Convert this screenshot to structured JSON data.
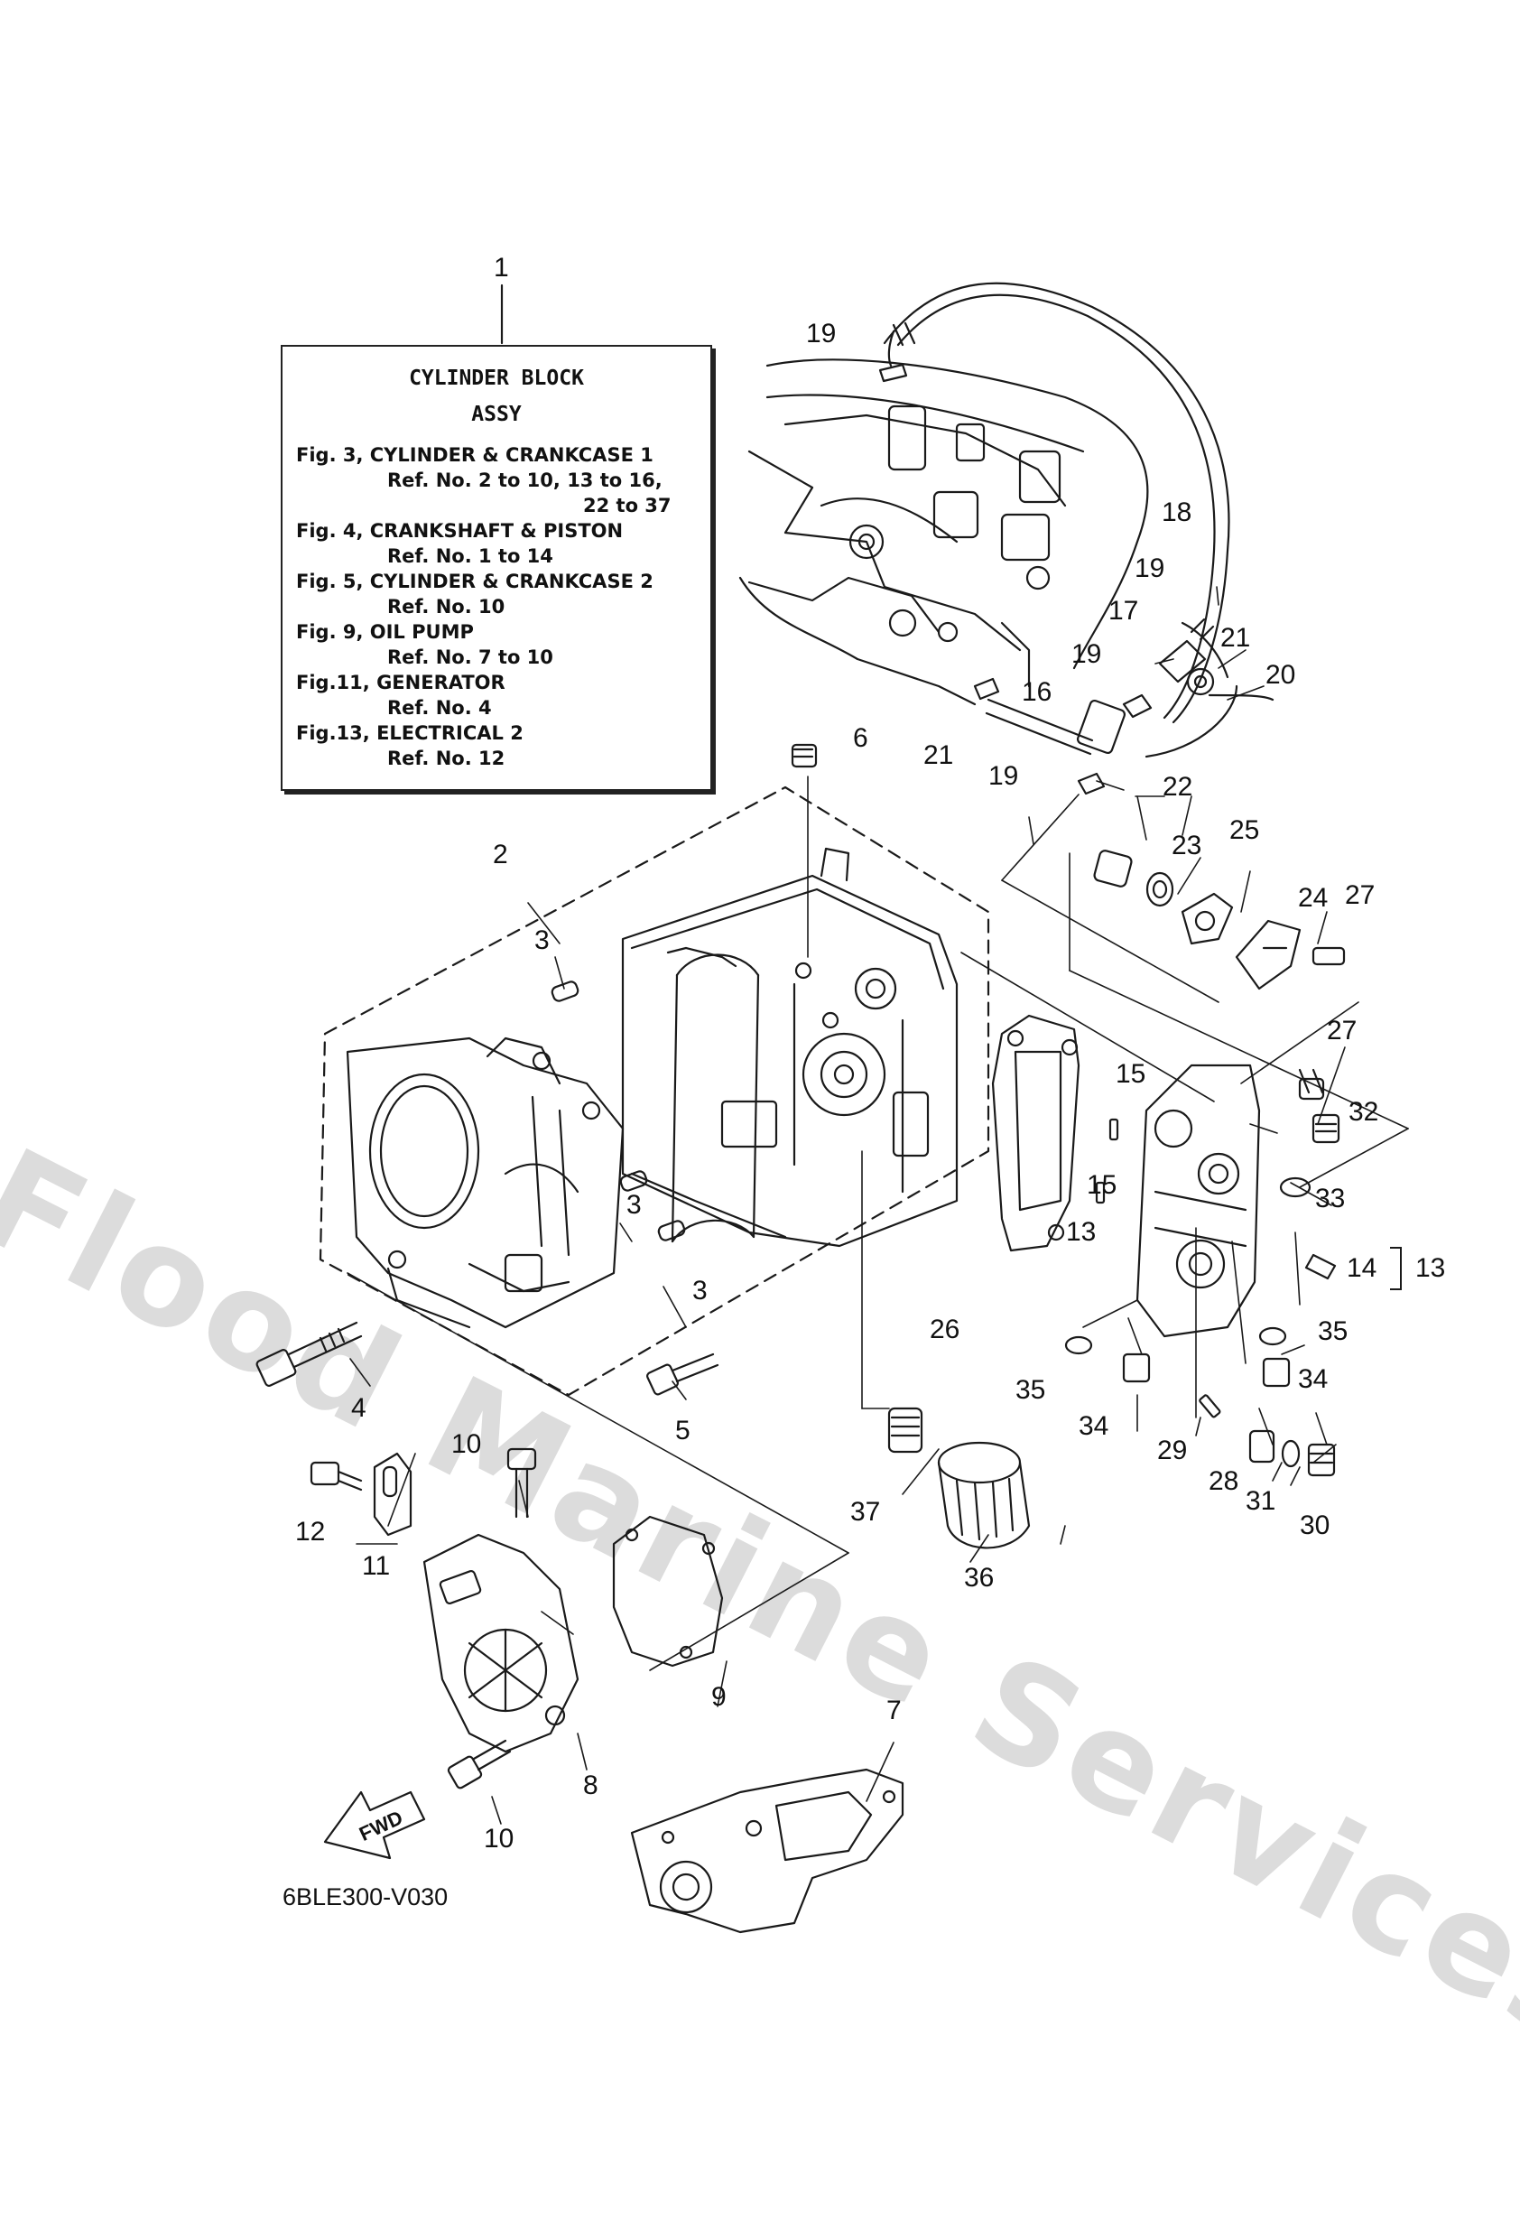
{
  "watermark": "Flood Marine Services",
  "info_box": {
    "title_line1": "CYLINDER BLOCK",
    "title_line2": "ASSY",
    "lines": [
      "Fig. 3, CYLINDER & CRANKCASE 1",
      "Ref. No. 2 to 10, 13 to 16,",
      "22 to 37",
      "Fig. 4, CRANKSHAFT & PISTON",
      "Ref. No. 1 to 14",
      "Fig. 5, CYLINDER & CRANKCASE 2",
      "Ref. No. 10",
      "Fig. 9, OIL PUMP",
      "Ref. No. 7 to 10",
      "Fig.11, GENERATOR",
      "Ref. No. 4",
      "Fig.13, ELECTRICAL 2",
      "Ref. No. 12"
    ]
  },
  "callouts": {
    "c1": "1",
    "c2": "2",
    "c3a": "3",
    "c3b": "3",
    "c3c": "3",
    "c4": "4",
    "c5": "5",
    "c6": "6",
    "c7": "7",
    "c8": "8",
    "c9": "9",
    "c10a": "10",
    "c10b": "10",
    "c11": "11",
    "c12": "12",
    "c13a": "13",
    "c13b": "13",
    "c14": "14",
    "c15a": "15",
    "c15b": "15",
    "c16": "16",
    "c17": "17",
    "c18": "18",
    "c19a": "19",
    "c19b": "19",
    "c19c": "19",
    "c19d": "19",
    "c20": "20",
    "c21a": "21",
    "c21b": "21",
    "c22": "22",
    "c23": "23",
    "c24": "24",
    "c25": "25",
    "c26": "26",
    "c27a": "27",
    "c27b": "27",
    "c28": "28",
    "c29": "29",
    "c30": "30",
    "c31": "31",
    "c32": "32",
    "c33": "33",
    "c34a": "34",
    "c34b": "34",
    "c35a": "35",
    "c35b": "35",
    "c36": "36",
    "c37": "37"
  },
  "fwd_label": "FWD",
  "drawing_code": "6BLE300-V030"
}
